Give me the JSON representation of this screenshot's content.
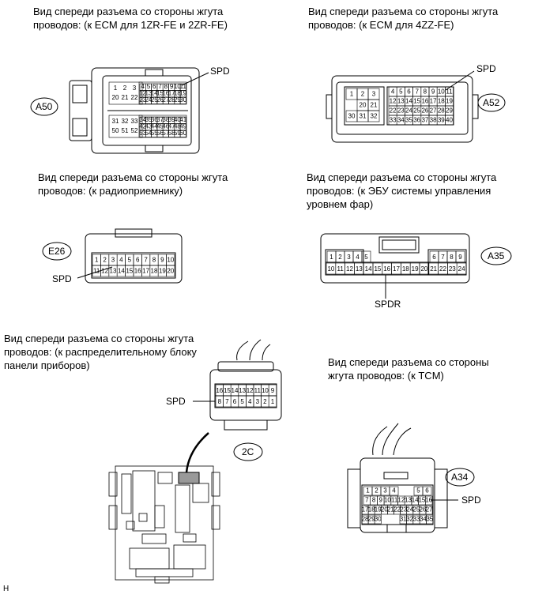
{
  "captions": {
    "a50": "Вид спереди разъема со стороны жгута\nпроводов: (к ECM для 1ZR-FE и 2ZR-FE)",
    "a52": "Вид спереди разъема со стороны жгута\nпроводов: (к ECM для 4ZZ-FE)",
    "e26": "Вид спереди разъема со стороны жгута\nпроводов: (к радиоприемнику)",
    "a35": "Вид спереди разъема со стороны жгута\nпроводов: (к ЭБУ системы управления\nуровнем фар)",
    "c2": "Вид спереди разъема со стороны жгута\nпроводов: (к распределительному блоку\nпанели приборов)",
    "a34": "Вид спереди разъема со стороны\nжгута проводов: (к TCM)"
  },
  "connectors": {
    "a50": {
      "tag": "A50",
      "signal": "SPD",
      "pins_top_left": [
        "1",
        "2",
        "3",
        "20",
        "21",
        "22"
      ],
      "pins_top_right": [
        "4",
        "5",
        "6",
        "7",
        "8",
        "9",
        "10",
        "11",
        "12",
        "13",
        "14",
        "15",
        "16",
        "17",
        "18",
        "19",
        "23",
        "24",
        "25",
        "26",
        "27",
        "28",
        "29",
        "30"
      ],
      "pins_bottom_left": [
        "31",
        "32",
        "33",
        "50",
        "51",
        "52"
      ],
      "pins_bottom_right": [
        "34",
        "35",
        "36",
        "37",
        "38",
        "39",
        "40",
        "41",
        "42",
        "43",
        "44",
        "45",
        "46",
        "47",
        "48",
        "49",
        "53",
        "54",
        "55",
        "56",
        "57",
        "58",
        "59",
        "60"
      ]
    },
    "a52": {
      "tag": "A52",
      "signal": "SPD",
      "pins_left": [
        "1",
        "2",
        "3",
        "20",
        "21",
        "30",
        "31",
        "32"
      ],
      "pins_right": [
        "4",
        "5",
        "6",
        "7",
        "8",
        "9",
        "10",
        "11",
        "12",
        "13",
        "14",
        "15",
        "16",
        "17",
        "18",
        "19",
        "22",
        "23",
        "24",
        "25",
        "26",
        "27",
        "28",
        "29",
        "33",
        "34",
        "35",
        "36",
        "37",
        "38",
        "39",
        "40"
      ]
    },
    "e26": {
      "tag": "E26",
      "signal": "SPD",
      "pins": [
        "1",
        "2",
        "3",
        "4",
        "5",
        "6",
        "7",
        "8",
        "9",
        "10",
        "11",
        "12",
        "13",
        "14",
        "15",
        "16",
        "17",
        "18",
        "19",
        "20"
      ]
    },
    "a35": {
      "tag": "A35",
      "signal": "SPDR",
      "pins_top": [
        "1",
        "2",
        "3",
        "4",
        "5",
        "6",
        "7",
        "8",
        "9"
      ],
      "pins_bottom": [
        "10",
        "11",
        "12",
        "13",
        "14",
        "15",
        "16",
        "17",
        "18",
        "19",
        "20",
        "21",
        "22",
        "23",
        "24"
      ]
    },
    "c2": {
      "tag": "2C",
      "signal": "SPD",
      "pins": [
        "16",
        "15",
        "14",
        "13",
        "12",
        "11",
        "10",
        "9",
        "8",
        "7",
        "6",
        "5",
        "4",
        "3",
        "2",
        "1"
      ]
    },
    "a34": {
      "tag": "A34",
      "signal": "SPD",
      "pins": [
        "1",
        "2",
        "3",
        "4",
        "5",
        "6",
        "7",
        "8",
        "9",
        "10",
        "11",
        "12",
        "13",
        "14",
        "15",
        "16",
        "17",
        "18",
        "19",
        "20",
        "21",
        "22",
        "23",
        "24",
        "25",
        "26",
        "27",
        "28",
        "29",
        "30",
        "31",
        "32",
        "33",
        "34",
        "35"
      ]
    }
  },
  "footer": {
    "code": "H"
  }
}
